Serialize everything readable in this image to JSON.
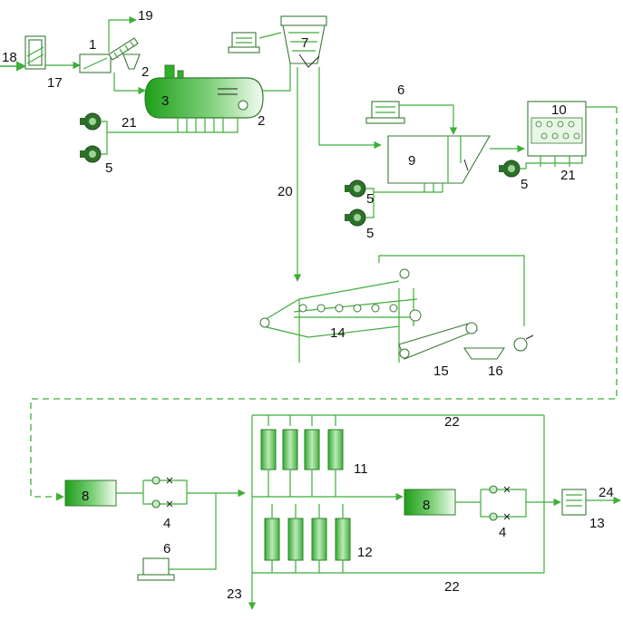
{
  "labels": {
    "n1": "1",
    "n2a": "2",
    "n2b": "2",
    "n3": "3",
    "n4a": "4",
    "n4b": "4",
    "n5a": "5",
    "n5b": "5",
    "n5c": "5",
    "n5d": "5",
    "n6a": "6",
    "n6b": "6",
    "n7": "7",
    "n8a": "8",
    "n8b": "8",
    "n9": "9",
    "n10": "10",
    "n11": "11",
    "n12": "12",
    "n13": "13",
    "n14": "14",
    "n15": "15",
    "n16": "16",
    "n17": "17",
    "n18": "18",
    "n19": "19",
    "n20": "20",
    "n21a": "21",
    "n21b": "21",
    "n22a": "22",
    "n22b": "22",
    "n23": "23",
    "n24": "24"
  },
  "colors": {
    "pipe": "#3fae3a",
    "tank_green": "#2fb02a",
    "label_text": "#111111"
  }
}
